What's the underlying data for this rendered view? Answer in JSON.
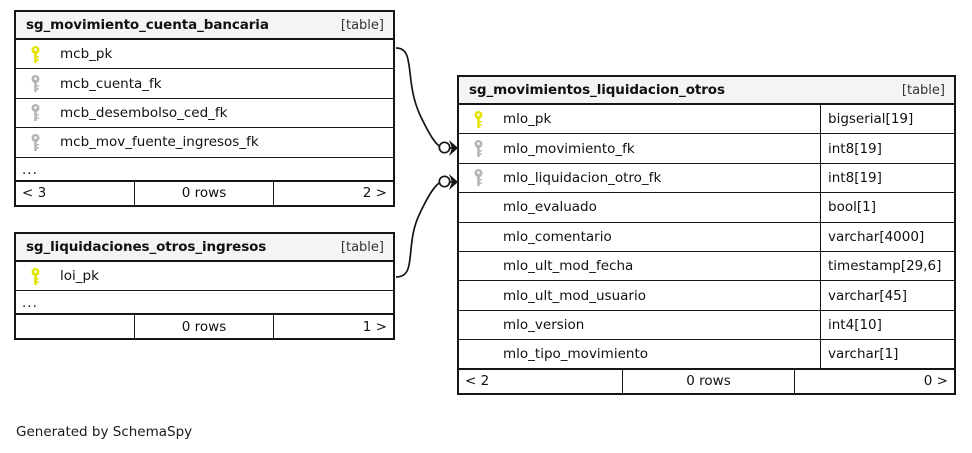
{
  "diagram": {
    "type": "schemaspy-er-diagram",
    "credit": "Generated by SchemaSpy",
    "colors": {
      "primary_key": "#e3e300",
      "foreign_key": "#b5b5b5",
      "border": "#161616",
      "header_bg": "#f4f4f4",
      "background": "#ffffff"
    }
  },
  "tables": [
    {
      "id": "mcb",
      "name": "sg_movimiento_cuenta_bancaria",
      "tag": "[table]",
      "columns": [
        {
          "key": "primary-key",
          "name": "mcb_pk",
          "type": ""
        },
        {
          "key": "foreign-key",
          "name": "mcb_cuenta_fk",
          "type": ""
        },
        {
          "key": "foreign-key",
          "name": "mcb_desembolso_ced_fk",
          "type": ""
        },
        {
          "key": "foreign-key",
          "name": "mcb_mov_fuente_ingresos_fk",
          "type": ""
        }
      ],
      "ellipsis": "...",
      "footer": {
        "left": "< 3",
        "middle": "0 rows",
        "right": "2 >"
      }
    },
    {
      "id": "loi",
      "name": "sg_liquidaciones_otros_ingresos",
      "tag": "[table]",
      "columns": [
        {
          "key": "primary-key",
          "name": "loi_pk",
          "type": ""
        }
      ],
      "ellipsis": "...",
      "footer": {
        "left": "",
        "middle": "0 rows",
        "right": "1 >"
      }
    },
    {
      "id": "mlo",
      "name": "sg_movimientos_liquidacion_otros",
      "tag": "[table]",
      "columns": [
        {
          "key": "primary-key",
          "name": "mlo_pk",
          "type": "bigserial[19]"
        },
        {
          "key": "foreign-key",
          "name": "mlo_movimiento_fk",
          "type": "int8[19]"
        },
        {
          "key": "foreign-key",
          "name": "mlo_liquidacion_otro_fk",
          "type": "int8[19]"
        },
        {
          "key": "none",
          "name": "mlo_evaluado",
          "type": "bool[1]"
        },
        {
          "key": "none",
          "name": "mlo_comentario",
          "type": "varchar[4000]"
        },
        {
          "key": "none",
          "name": "mlo_ult_mod_fecha",
          "type": "timestamp[29,6]"
        },
        {
          "key": "none",
          "name": "mlo_ult_mod_usuario",
          "type": "varchar[45]"
        },
        {
          "key": "none",
          "name": "mlo_version",
          "type": "int4[10]"
        },
        {
          "key": "none",
          "name": "mlo_tipo_movimiento",
          "type": "varchar[1]"
        }
      ],
      "ellipsis": null,
      "footer": {
        "left": "< 2",
        "middle": "0 rows",
        "right": "0 >"
      }
    }
  ],
  "relationships": [
    {
      "from_table": "sg_movimiento_cuenta_bancaria",
      "from_column": "mcb_pk",
      "to_table": "sg_movimientos_liquidacion_otros",
      "to_column": "mlo_movimiento_fk"
    },
    {
      "from_table": "sg_liquidaciones_otros_ingresos",
      "from_column": "loi_pk",
      "to_table": "sg_movimientos_liquidacion_otros",
      "to_column": "mlo_liquidacion_otro_fk"
    }
  ]
}
